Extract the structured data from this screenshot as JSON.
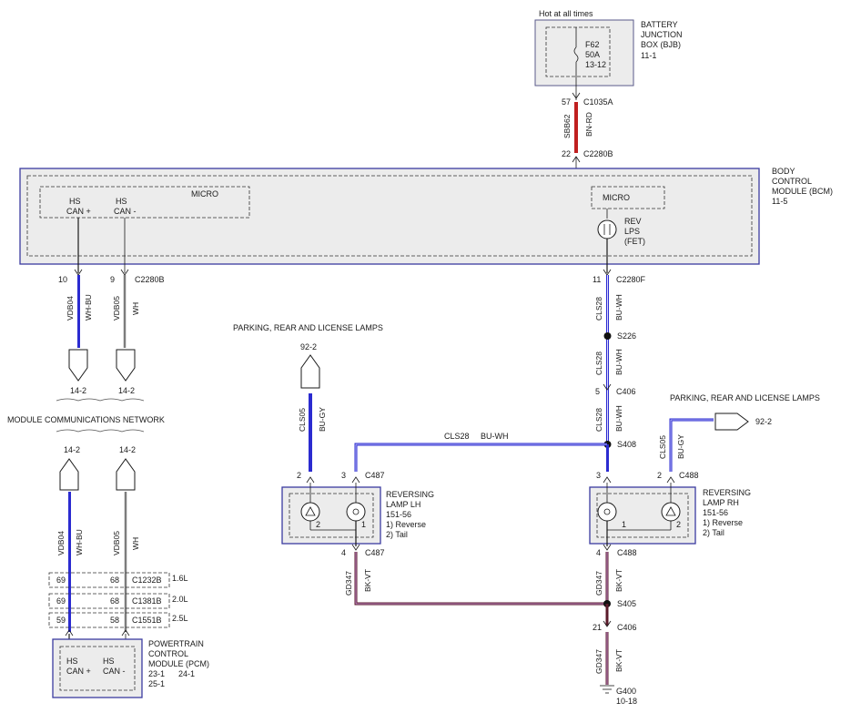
{
  "battery_box": {
    "hot_label": "Hot at all times",
    "title_1": "BATTERY",
    "title_2": "JUNCTION",
    "title_3": "BOX (BJB)",
    "page_ref": "11-1",
    "fuse_id": "F62",
    "fuse_rating": "50A",
    "fuse_ref": "13-12"
  },
  "power_feed": {
    "pin_top": "57",
    "connector_top": "C1035A",
    "circuit": "SBB62",
    "color": "BN-RD",
    "pin_bottom": "22",
    "connector_bottom": "C2280B"
  },
  "bcm": {
    "title_1": "BODY",
    "title_2": "CONTROL",
    "title_3": "MODULE (BCM)",
    "page_ref": "11-5",
    "micro_left": "MICRO",
    "micro_right": "MICRO",
    "hs_can_plus_1": "HS",
    "hs_can_plus_2": "CAN +",
    "hs_can_minus_1": "HS",
    "hs_can_minus_2": "CAN -",
    "rev_1": "REV",
    "rev_2": "LPS",
    "rev_3": "(FET)"
  },
  "bcm_can": {
    "pin_plus": "10",
    "pin_minus": "9",
    "connector": "C2280B",
    "circuit_plus": "VDB04",
    "color_plus": "WH-BU",
    "circuit_minus": "VDB05",
    "color_minus": "WH",
    "ref_plus": "14-2",
    "ref_minus": "14-2"
  },
  "network_label": "MODULE COMMUNICATIONS NETWORK",
  "pcm_can": {
    "ref_plus": "14-2",
    "ref_minus": "14-2",
    "circuit_plus": "VDB04",
    "color_plus": "WH-BU",
    "circuit_minus": "VDB05",
    "color_minus": "WH",
    "rows": [
      {
        "pin_plus": "69",
        "pin_minus": "68",
        "connector": "C1232B",
        "engine": "1.6L"
      },
      {
        "pin_plus": "69",
        "pin_minus": "68",
        "connector": "C1381B",
        "engine": "2.0L"
      },
      {
        "pin_plus": "59",
        "pin_minus": "58",
        "connector": "C1551B",
        "engine": "2.5L"
      }
    ]
  },
  "pcm": {
    "title_1": "POWERTRAIN",
    "title_2": "CONTROL",
    "title_3": "MODULE (PCM)",
    "ref_1": "23-1",
    "ref_2": "24-1",
    "ref_3": "25-1",
    "hs_plus_1": "HS",
    "hs_plus_2": "CAN +",
    "hs_minus_1": "HS",
    "hs_minus_2": "CAN -"
  },
  "output": {
    "pin": "11",
    "connector": "C2280F",
    "circuit": "CLS28",
    "color": "BU-WH",
    "splice_1": "S226",
    "pin_2": "5",
    "connector_2": "C406",
    "splice_2": "S408",
    "cross_circuit": "CLS28",
    "cross_color": "BU-WH"
  },
  "left_lamps": {
    "title": "PARKING, REAR AND LICENSE LAMPS",
    "ref": "92-2",
    "circuit": "CLS05",
    "color": "BU-GY",
    "pin_a": "2",
    "pin_b": "3",
    "connector": "C487",
    "lamp_1": "REVERSING",
    "lamp_2": "LAMP LH",
    "lamp_ref": "151-56",
    "note_1": "1) Reverse",
    "note_2": "2) Tail",
    "inner_pin_2": "2",
    "inner_pin_1": "1",
    "ground_pin": "4",
    "ground_connector": "C487",
    "ground_circuit": "GD347",
    "ground_color": "BK-VT"
  },
  "right_lamps": {
    "title": "PARKING, REAR AND LICENSE LAMPS",
    "ref": "92-2",
    "circuit": "CLS05",
    "color": "BU-GY",
    "pin_a": "3",
    "pin_b": "2",
    "connector": "C488",
    "lamp_1": "REVERSING",
    "lamp_2": "LAMP RH",
    "lamp_ref": "151-56",
    "note_1": "1) Reverse",
    "note_2": "2) Tail",
    "inner_pin_1": "1",
    "inner_pin_2": "2",
    "ground_pin": "4",
    "ground_connector": "C488",
    "ground_circuit": "GD347",
    "ground_color": "BK-VT"
  },
  "ground": {
    "splice": "S405",
    "pin": "21",
    "connector": "C406",
    "circuit": "GD347",
    "color": "BK-VT",
    "point": "G400",
    "ref": "10-18"
  },
  "colors": {
    "blue_wire": "#2b2bd0",
    "red_wire": "#c02020",
    "purple_wire": "#5a1a2a",
    "module_outline": "#3b3ba0"
  }
}
